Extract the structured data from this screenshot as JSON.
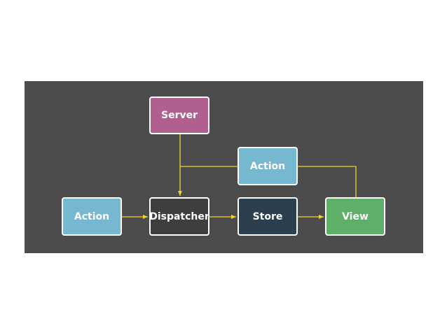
{
  "diagram": {
    "nodes": {
      "server": {
        "label": "Server",
        "color": "#b05f8f"
      },
      "action_top": {
        "label": "Action",
        "color": "#75b8cf"
      },
      "action_left": {
        "label": "Action",
        "color": "#75b8cf"
      },
      "dispatcher": {
        "label": "Dispatcher",
        "color": "#3e3e3f"
      },
      "store": {
        "label": "Store",
        "color": "#2b3f4f"
      },
      "view": {
        "label": "View",
        "color": "#5daf69"
      }
    },
    "connector_color": "#f2d22a",
    "edges": [
      {
        "from": "Action",
        "to": "Dispatcher"
      },
      {
        "from": "Server",
        "to": "Dispatcher"
      },
      {
        "from": "Action",
        "to": "Dispatcher"
      },
      {
        "from": "Dispatcher",
        "to": "Store"
      },
      {
        "from": "Store",
        "to": "View"
      },
      {
        "from": "View",
        "to": "Action"
      }
    ]
  }
}
